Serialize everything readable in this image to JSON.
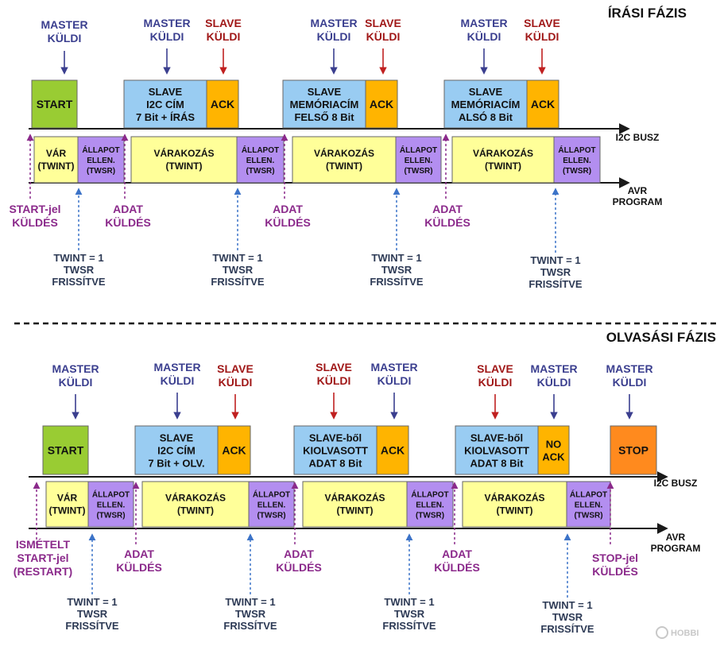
{
  "colors": {
    "master": "#3b3f8f",
    "slave": "#a01818",
    "purple": "#8b2a8b",
    "twint": "#2d3a55",
    "dotted_blue": "#3c73c8",
    "start_green": "#99cc33",
    "blue_box": "#99ccf2",
    "ack_orange": "#ffb400",
    "stop_orange": "#ff8a1e",
    "wait_yellow": "#ffff99",
    "check_violet": "#b38ef0",
    "line": "#1a1a1a"
  },
  "bus_labels": {
    "i2c": "I2C BUSZ",
    "avr": [
      "AVR",
      "PROGRAM"
    ]
  },
  "phases": [
    {
      "title": "ÍRÁSI FÁZIS",
      "senders": [
        {
          "lines": [
            "MASTER",
            "KÜLDI"
          ],
          "role": "master"
        },
        {
          "lines": [
            "MASTER",
            "KÜLDI"
          ],
          "role": "master"
        },
        {
          "lines": [
            "SLAVE",
            "KÜLDI"
          ],
          "role": "slave"
        },
        {
          "lines": [
            "MASTER",
            "KÜLDI"
          ],
          "role": "master"
        },
        {
          "lines": [
            "SLAVE",
            "KÜLDI"
          ],
          "role": "slave"
        },
        {
          "lines": [
            "MASTER",
            "KÜLDI"
          ],
          "role": "master"
        },
        {
          "lines": [
            "SLAVE",
            "KÜLDI"
          ],
          "role": "slave"
        }
      ],
      "bus_boxes": [
        {
          "lines": [
            "START"
          ],
          "kind": "start"
        },
        {
          "lines": [
            "SLAVE",
            "I2C CÍM",
            "7 Bit + ÍRÁS"
          ],
          "kind": "data"
        },
        {
          "lines": [
            "ACK"
          ],
          "kind": "ack"
        },
        {
          "lines": [
            "SLAVE",
            "MEMÓRIACÍM",
            "FELSŐ 8 Bit"
          ],
          "kind": "data"
        },
        {
          "lines": [
            "ACK"
          ],
          "kind": "ack"
        },
        {
          "lines": [
            "SLAVE",
            "MEMÓRIACÍM",
            "ALSÓ 8 Bit"
          ],
          "kind": "data"
        },
        {
          "lines": [
            "ACK"
          ],
          "kind": "ack"
        }
      ],
      "avr_boxes": [
        {
          "lines": [
            "VÁR",
            "(TWINT)"
          ],
          "kind": "wait"
        },
        {
          "lines": [
            "ÁLLAPOT",
            "ELLEN.",
            "(TWSR)"
          ],
          "kind": "check"
        },
        {
          "lines": [
            "VÁRAKOZÁS",
            "(TWINT)"
          ],
          "kind": "wait"
        },
        {
          "lines": [
            "ÁLLAPOT",
            "ELLEN.",
            "(TWSR)"
          ],
          "kind": "check"
        },
        {
          "lines": [
            "VÁRAKOZÁS",
            "(TWINT)"
          ],
          "kind": "wait"
        },
        {
          "lines": [
            "ÁLLAPOT",
            "ELLEN.",
            "(TWSR)"
          ],
          "kind": "check"
        },
        {
          "lines": [
            "VÁRAKOZÁS",
            "(TWINT)"
          ],
          "kind": "wait"
        },
        {
          "lines": [
            "ÁLLAPOT",
            "ELLEN.",
            "(TWSR)"
          ],
          "kind": "check"
        }
      ],
      "actions": [
        {
          "lines": [
            "START-jel",
            "KÜLDÉS"
          ]
        },
        {
          "lines": [
            "ADAT",
            "KÜLDÉS"
          ]
        },
        {
          "lines": [
            "ADAT",
            "KÜLDÉS"
          ]
        },
        {
          "lines": [
            "ADAT",
            "KÜLDÉS"
          ]
        }
      ],
      "twint_notes": [
        {
          "lines": [
            "TWINT = 1",
            "TWSR",
            "FRISSÍTVE"
          ]
        },
        {
          "lines": [
            "TWINT = 1",
            "TWSR",
            "FRISSÍTVE"
          ]
        },
        {
          "lines": [
            "TWINT = 1",
            "TWSR",
            "FRISSÍTVE"
          ]
        },
        {
          "lines": [
            "TWINT = 1",
            "TWSR",
            "FRISSÍTVE"
          ]
        }
      ]
    },
    {
      "title": "OLVASÁSI FÁZIS",
      "senders": [
        {
          "lines": [
            "MASTER",
            "KÜLDI"
          ],
          "role": "master"
        },
        {
          "lines": [
            "MASTER",
            "KÜLDI"
          ],
          "role": "master"
        },
        {
          "lines": [
            "SLAVE",
            "KÜLDI"
          ],
          "role": "slave"
        },
        {
          "lines": [
            "SLAVE",
            "KÜLDI"
          ],
          "role": "slave"
        },
        {
          "lines": [
            "MASTER",
            "KÜLDI"
          ],
          "role": "master"
        },
        {
          "lines": [
            "SLAVE",
            "KÜLDI"
          ],
          "role": "slave"
        },
        {
          "lines": [
            "MASTER",
            "KÜLDI"
          ],
          "role": "master"
        },
        {
          "lines": [
            "MASTER",
            "KÜLDI"
          ],
          "role": "master"
        }
      ],
      "bus_boxes": [
        {
          "lines": [
            "START"
          ],
          "kind": "start"
        },
        {
          "lines": [
            "SLAVE",
            "I2C CÍM",
            "7 Bit + OLV."
          ],
          "kind": "data"
        },
        {
          "lines": [
            "ACK"
          ],
          "kind": "ack"
        },
        {
          "lines": [
            "SLAVE-ből",
            "KIOLVASOTT",
            "ADAT  8 Bit"
          ],
          "kind": "data"
        },
        {
          "lines": [
            "ACK"
          ],
          "kind": "ack"
        },
        {
          "lines": [
            "SLAVE-ből",
            "KIOLVASOTT",
            "ADAT  8 Bit"
          ],
          "kind": "data"
        },
        {
          "lines": [
            "NO",
            "ACK"
          ],
          "kind": "ack"
        },
        {
          "lines": [
            "STOP"
          ],
          "kind": "stop"
        }
      ],
      "avr_boxes": [
        {
          "lines": [
            "VÁR",
            "(TWINT)"
          ],
          "kind": "wait"
        },
        {
          "lines": [
            "ÁLLAPOT",
            "ELLEN.",
            "(TWSR)"
          ],
          "kind": "check"
        },
        {
          "lines": [
            "VÁRAKOZÁS",
            "(TWINT)"
          ],
          "kind": "wait"
        },
        {
          "lines": [
            "ÁLLAPOT",
            "ELLEN.",
            "(TWSR)"
          ],
          "kind": "check"
        },
        {
          "lines": [
            "VÁRAKOZÁS",
            "(TWINT)"
          ],
          "kind": "wait"
        },
        {
          "lines": [
            "ÁLLAPOT",
            "ELLEN.",
            "(TWSR)"
          ],
          "kind": "check"
        },
        {
          "lines": [
            "VÁRAKOZÁS",
            "(TWINT)"
          ],
          "kind": "wait"
        },
        {
          "lines": [
            "ÁLLAPOT",
            "ELLEN.",
            "(TWSR)"
          ],
          "kind": "check"
        }
      ],
      "actions": [
        {
          "lines": [
            "ISMÉTELT",
            "START-jel",
            "(RESTART)"
          ]
        },
        {
          "lines": [
            "ADAT",
            "KÜLDÉS"
          ]
        },
        {
          "lines": [
            "ADAT",
            "KÜLDÉS"
          ]
        },
        {
          "lines": [
            "ADAT",
            "KÜLDÉS"
          ]
        },
        {
          "lines": [
            "STOP-jel",
            "KÜLDÉS"
          ]
        }
      ],
      "twint_notes": [
        {
          "lines": [
            "TWINT = 1",
            "TWSR",
            "FRISSÍTVE"
          ]
        },
        {
          "lines": [
            "TWINT = 1",
            "TWSR",
            "FRISSÍTVE"
          ]
        },
        {
          "lines": [
            "TWINT = 1",
            "TWSR",
            "FRISSÍTVE"
          ]
        },
        {
          "lines": [
            "TWINT = 1",
            "TWSR",
            "FRISSÍTVE"
          ]
        },
        {
          "lines": [
            "TWINT = 1",
            "TWSR",
            "FRISSÍTVE"
          ]
        }
      ]
    }
  ],
  "watermark": {
    "text": "HOBBI"
  }
}
